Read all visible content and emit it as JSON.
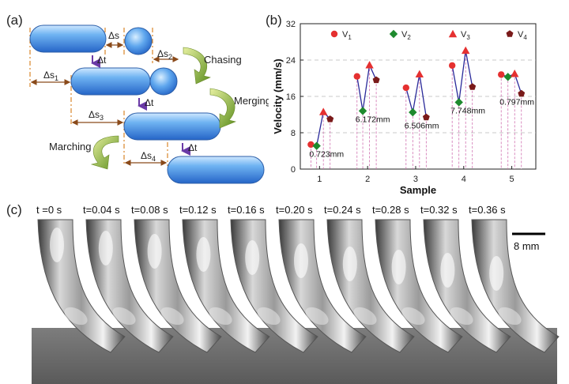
{
  "panels": {
    "a": "(a)",
    "b": "(b)",
    "c": "(c)"
  },
  "schematic": {
    "ds": "Δs",
    "ds1": "Δs",
    "ds1_sub": "1",
    "ds2": "Δs",
    "ds2_sub": "2",
    "ds3": "Δs",
    "ds3_sub": "3",
    "ds4": "Δs",
    "ds4_sub": "4",
    "dt": "Δt",
    "chasing": "Chasing",
    "merging": "Merging",
    "marching": "Marching"
  },
  "chart_data": {
    "type": "line",
    "xlabel": "Sample",
    "ylabel": "Velocity (mm/s)",
    "xticks": [
      "1",
      "2",
      "3",
      "4",
      "5"
    ],
    "yticks": [
      0,
      8,
      16,
      24,
      32
    ],
    "ylim": [
      0,
      32
    ],
    "legend": [
      {
        "name": "V",
        "sub": "1",
        "color": "#e53030",
        "marker": "circle"
      },
      {
        "name": "V",
        "sub": "2",
        "color": "#1e8a2e",
        "marker": "diamond"
      },
      {
        "name": "V",
        "sub": "3",
        "color": "#e53030",
        "marker": "triangle"
      },
      {
        "name": "V",
        "sub": "4",
        "color": "#7a1a1a",
        "marker": "pentagon"
      }
    ],
    "samples": [
      {
        "x": [
          0.82,
          0.94,
          1.08,
          1.22
        ],
        "values": [
          5.4,
          5.1,
          12.6,
          11.0
        ],
        "label": "0.723mm"
      },
      {
        "x": [
          1.78,
          1.9,
          2.04,
          2.18
        ],
        "values": [
          20.4,
          12.8,
          22.9,
          19.6
        ],
        "label": "6.172mm"
      },
      {
        "x": [
          2.8,
          2.94,
          3.08,
          3.22
        ],
        "values": [
          17.9,
          12.5,
          20.9,
          11.4
        ],
        "label": "6.506mm"
      },
      {
        "x": [
          3.76,
          3.9,
          4.04,
          4.18
        ],
        "values": [
          22.8,
          14.7,
          26.1,
          18.1
        ],
        "label": "7.748mm"
      },
      {
        "x": [
          4.78,
          4.92,
          5.06,
          5.2
        ],
        "values": [
          20.8,
          20.3,
          21.0,
          16.6
        ],
        "label": "0.797mm"
      }
    ],
    "line_color": "#2a2a9a",
    "dropline_color": "#d070b0"
  },
  "photo": {
    "times": [
      "t =0 s",
      "t=0.04 s",
      "t=0.08 s",
      "t=0.12 s",
      "t=0.16 s",
      "t=0.20 s",
      "t=0.24 s",
      "t=0.28 s",
      "t=0.32 s",
      "t=0.36 s"
    ],
    "scale_label": "8 mm"
  }
}
